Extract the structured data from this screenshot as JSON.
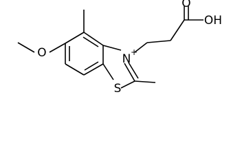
{
  "molecule": {
    "atoms": {
      "methoxy_oxygen": "O",
      "ring_nitrogen": "N",
      "nitrogen_charge": "+",
      "ring_sulfur": "S",
      "carbonyl_oxygen": "O",
      "hydroxyl": "OH"
    },
    "colors": {
      "bond": "#000000",
      "label": "#000000",
      "background": "#ffffff"
    }
  }
}
